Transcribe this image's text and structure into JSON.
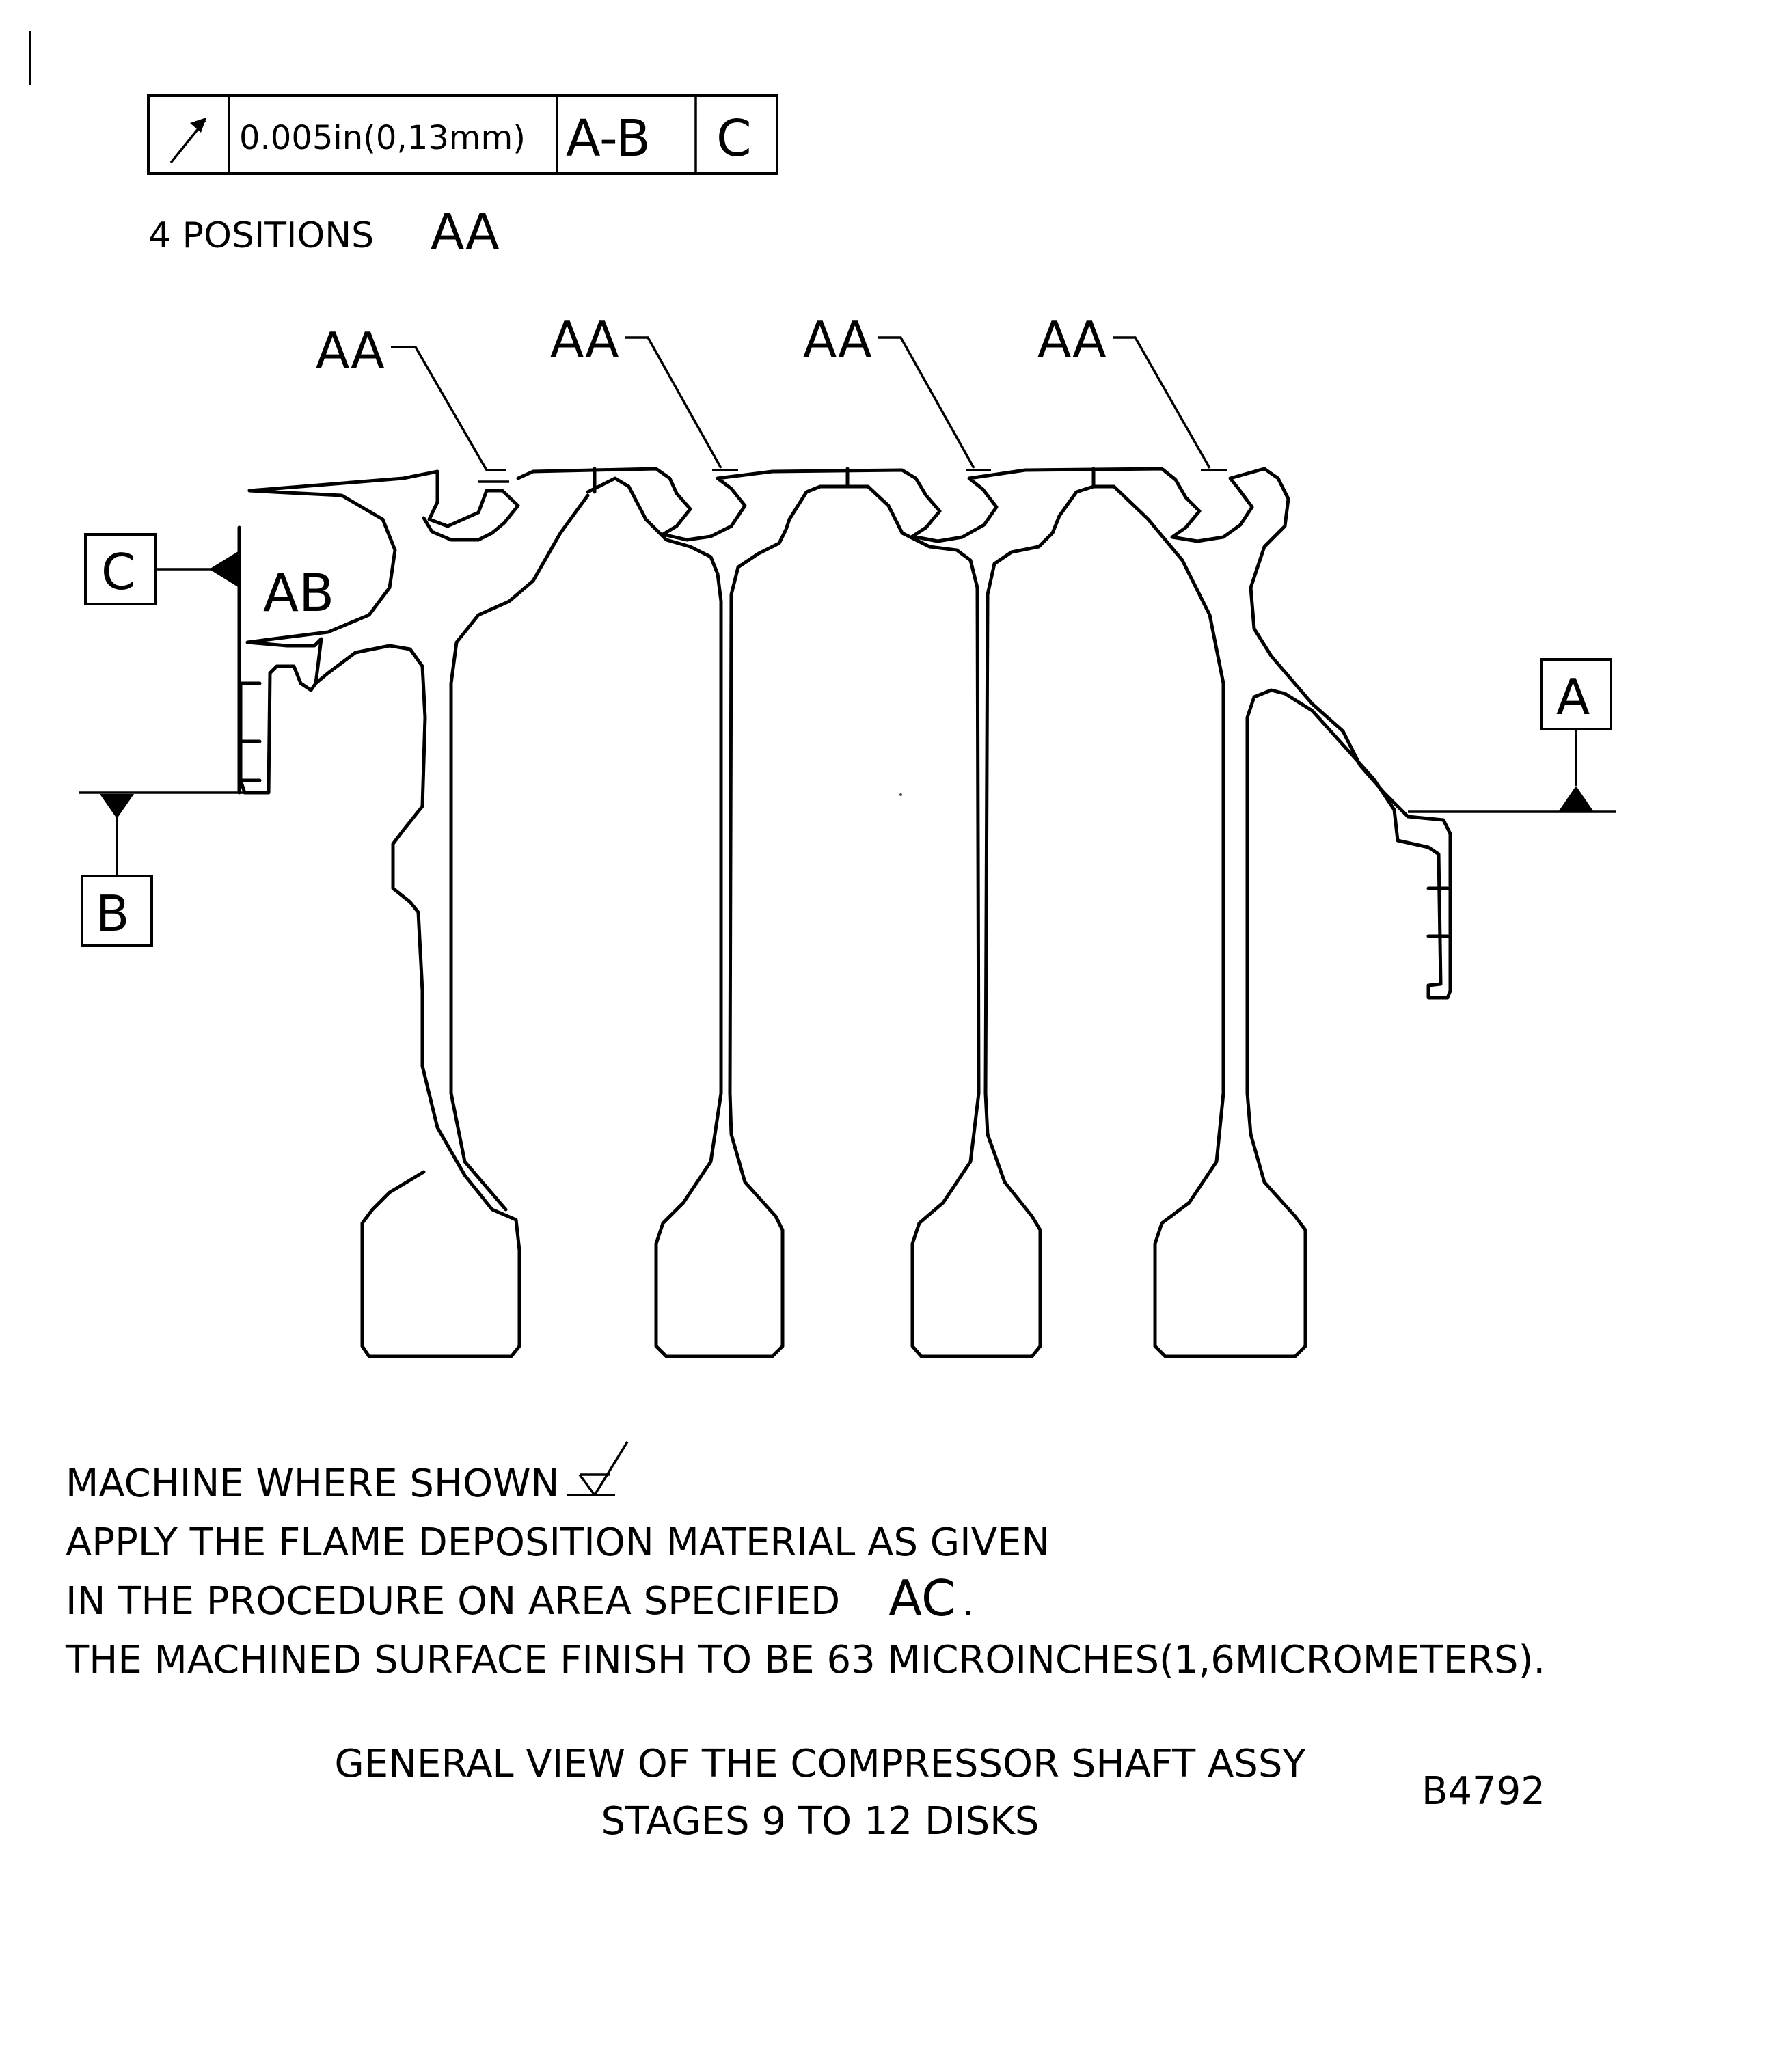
{
  "fcf": {
    "tolerance": "0.005in(0,13mm)",
    "datum_primary": "A-B",
    "datum_secondary": "C",
    "symbol_icon": "circular-runout-arrow-icon"
  },
  "positions": {
    "label": "4 POSITIONS",
    "code": "AA"
  },
  "callouts": {
    "aa_1": "AA",
    "aa_2": "AA",
    "aa_3": "AA",
    "aa_4": "AA",
    "ab": "AB"
  },
  "datums": {
    "a": "A",
    "b": "B",
    "c": "C"
  },
  "notes": {
    "line1": "MACHINE WHERE SHOWN",
    "machine_icon": "machining-symbol-icon",
    "line2": "APPLY THE FLAME DEPOSITION MATERIAL AS GIVEN",
    "line3": "IN THE PROCEDURE ON AREA SPECIFIED",
    "line3_code": "AC",
    "line3_end": ".",
    "line4": "THE MACHINED SURFACE FINISH TO BE 63 MICROINCHES(1,6MICROMETERS)."
  },
  "caption": {
    "line1": "GENERAL VIEW OF THE COMPRESSOR SHAFT ASSY",
    "line2": "STAGES 9 TO 12 DISKS",
    "figure_id": "B4792"
  }
}
